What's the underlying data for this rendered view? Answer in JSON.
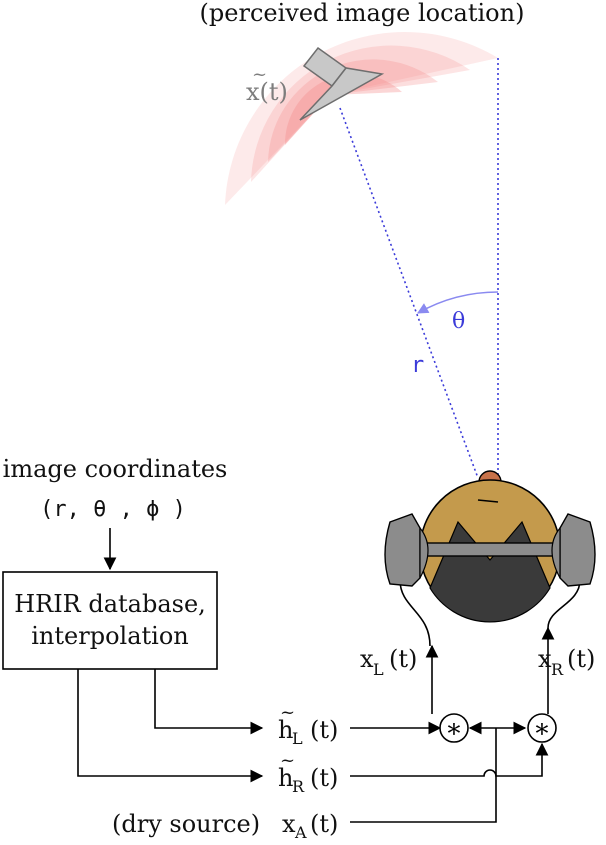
{
  "top_caption": "(perceived image location)",
  "source_label": "x(t)",
  "angle_label": "θ",
  "radius_label": "r",
  "image_coordinates": {
    "title": "image coordinates",
    "tuple": "(r, θ , ϕ )"
  },
  "hrir_box": {
    "line1": "HRIR database,",
    "line2": "interpolation"
  },
  "filters": {
    "left": {
      "main": "h",
      "sub": "L",
      "arg": "(t)"
    },
    "right": {
      "main": "h",
      "sub": "R",
      "arg": "(t)"
    }
  },
  "dry_source": {
    "prefix": "(dry source)",
    "main": "x",
    "sub": "A",
    "arg": "(t)"
  },
  "outputs": {
    "left": {
      "main": "x",
      "sub": "L",
      "arg": "(t)"
    },
    "right": {
      "main": "x",
      "sub": "R",
      "arg": "(t)"
    }
  },
  "convolution_symbol": "∗",
  "colors": {
    "guide_blue": "#3b3bd9",
    "angle_arc": "#8a8af0",
    "sound_wave": "#f48a8a",
    "speaker_gray": "#c8c8c8",
    "headphone_gray": "#8c8c8c",
    "head_tan": "#c49a4c",
    "head_dark": "#3a3a3a",
    "nose": "#c8724a"
  }
}
